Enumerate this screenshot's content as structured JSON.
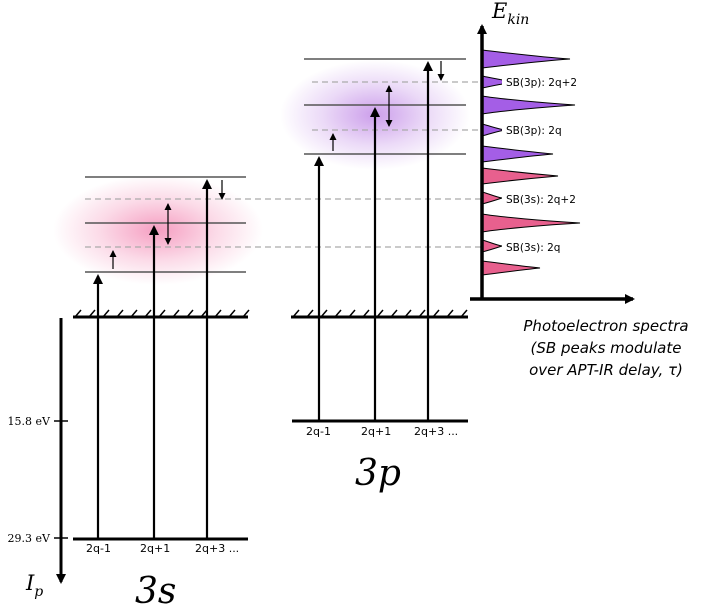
{
  "panels": {
    "s3": {
      "label": "3s",
      "harmonics": [
        "2q-1",
        "2q+1",
        "2q+3 ..."
      ]
    },
    "p3": {
      "label": "3p",
      "harmonics": [
        "2q-1",
        "2q+1",
        "2q+3 ..."
      ]
    }
  },
  "ip_axis": {
    "label": "I",
    "label_sub": "p",
    "ticks": [
      "15.8 eV",
      "29.3 eV"
    ]
  },
  "ekin_axis": {
    "label": "E",
    "label_sub": "kin"
  },
  "sideband_labels": [
    "SB(3p): 2q+2",
    "SB(3p): 2q",
    "SB(3s): 2q+2",
    "SB(3s): 2q"
  ],
  "spectrum_caption": [
    "Photoelectron spectra",
    "(SB peaks modulate",
    "over APT-IR delay, τ)"
  ],
  "colors": {
    "line": "#000000",
    "level": "#555555",
    "dashed": "#aaaaaa",
    "s_glow": "#f06aa0",
    "p_glow": "#b06ae0",
    "peak_3p": "#a45ee6",
    "peak_3s": "#e8608e",
    "peak_outline": "#000000"
  }
}
